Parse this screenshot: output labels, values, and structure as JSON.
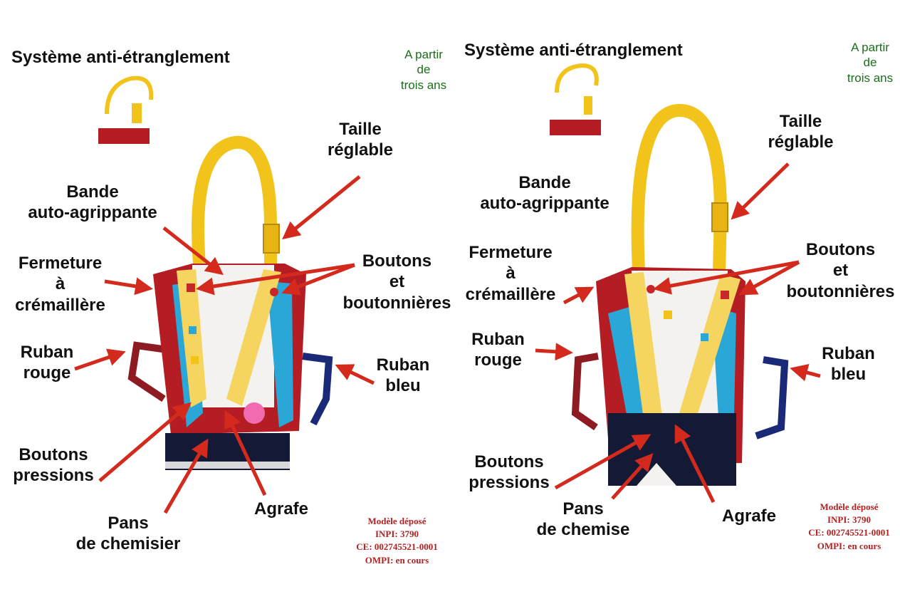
{
  "accent_colors": {
    "arrow": "#d42a1e",
    "age_text": "#1b6e1b",
    "legal_text": "#b22222",
    "strap": "#f2c31b",
    "vest_red": "#b31d23",
    "vest_blue": "#2aa7d6",
    "ribbon_blue": "#1b2a78",
    "ribbon_red": "#8e1b21"
  },
  "panels": [
    {
      "title": "Système anti-étranglement",
      "age": [
        "A partir",
        "de",
        "trois ans"
      ],
      "labels": {
        "taille": [
          "Taille",
          "réglable"
        ],
        "bande": [
          "Bande",
          "auto-agrippante"
        ],
        "fermeture": [
          "Fermeture",
          "à",
          "crémaillère"
        ],
        "boutons": [
          "Boutons",
          "et",
          "boutonnières"
        ],
        "ruban_rouge": [
          "Ruban",
          "rouge"
        ],
        "ruban_bleu": [
          "Ruban",
          "bleu"
        ],
        "pressions": [
          "Boutons",
          "pressions"
        ],
        "agrafe": [
          "Agrafe"
        ],
        "pans": [
          "Pans",
          "de chemisier"
        ]
      },
      "legal": [
        "Modèle déposé",
        "INPI: 3790",
        "CE: 002745521-0001",
        "OMPI: en cours"
      ]
    },
    {
      "title": "Système anti-étranglement",
      "age": [
        "A partir",
        "de",
        "trois ans"
      ],
      "labels": {
        "taille": [
          "Taille",
          "réglable"
        ],
        "bande": [
          "Bande",
          "auto-agrippante"
        ],
        "fermeture": [
          "Fermeture",
          "à",
          "crémaillère"
        ],
        "boutons": [
          "Boutons",
          "et",
          "boutonnières"
        ],
        "ruban_rouge": [
          "Ruban",
          "rouge"
        ],
        "ruban_bleu": [
          "Ruban",
          "bleu"
        ],
        "pressions": [
          "Boutons",
          "pressions"
        ],
        "agrafe": [
          "Agrafe"
        ],
        "pans": [
          "Pans",
          "de chemise"
        ]
      },
      "legal": [
        "Modèle déposé",
        "INPI: 3790",
        "CE: 002745521-0001",
        "OMPI: en cours"
      ]
    }
  ]
}
